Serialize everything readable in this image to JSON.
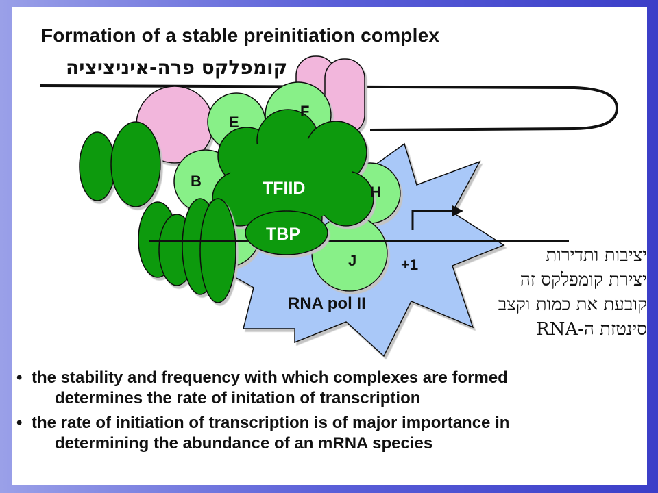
{
  "title": "Formation of a stable preinitiation complex",
  "subtitle_he": "קומפלקס פרה-איניציציה",
  "diagram": {
    "labels": {
      "e": "E",
      "f": "F",
      "b": "B",
      "tfiid": "TFIID",
      "h": "H",
      "tbp": "TBP",
      "j": "J",
      "plus1": "+1",
      "rnapol": "RNA pol II"
    },
    "colors": {
      "green_dark": "#0a9a0a",
      "green_light": "#88f088",
      "pink": "#f2b6dc",
      "blue": "#a9c8f8",
      "outline": "#111111"
    }
  },
  "note_he": [
    "יציבות ותדירות",
    "יצירת קומפלקס זה",
    "קובעת את כמות וקצב",
    "סינטזת ה-RNA"
  ],
  "bullets": [
    {
      "line1": "the stability and frequency with which complexes are formed",
      "line2": "determines the rate of initation of transcription"
    },
    {
      "line1": "the rate of initiation of transcription is of major importance in",
      "line2": "determining the abundance of an mRNA species"
    }
  ]
}
